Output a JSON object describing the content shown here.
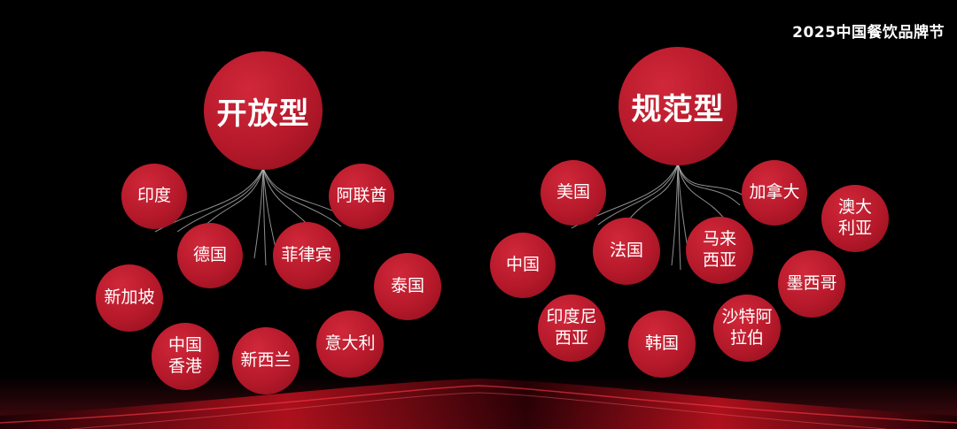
{
  "brand": "2025中国餐饮品牌节",
  "colors": {
    "background": "#000000",
    "node": "#b5192a",
    "text": "#ffffff"
  },
  "groups": [
    {
      "hub": "开放型",
      "countries": [
        "印度",
        "阿联酋",
        "德国",
        "菲律宾",
        "新加坡",
        "泰国",
        "中国\n香港",
        "新西兰",
        "意大利"
      ]
    },
    {
      "hub": "规范型",
      "countries": [
        "美国",
        "加拿大",
        "澳大\n利亚",
        "中国",
        "法国",
        "马来\n西亚",
        "墨西哥",
        "印度尼\n西亚",
        "韩国",
        "沙特阿\n拉伯"
      ]
    }
  ]
}
